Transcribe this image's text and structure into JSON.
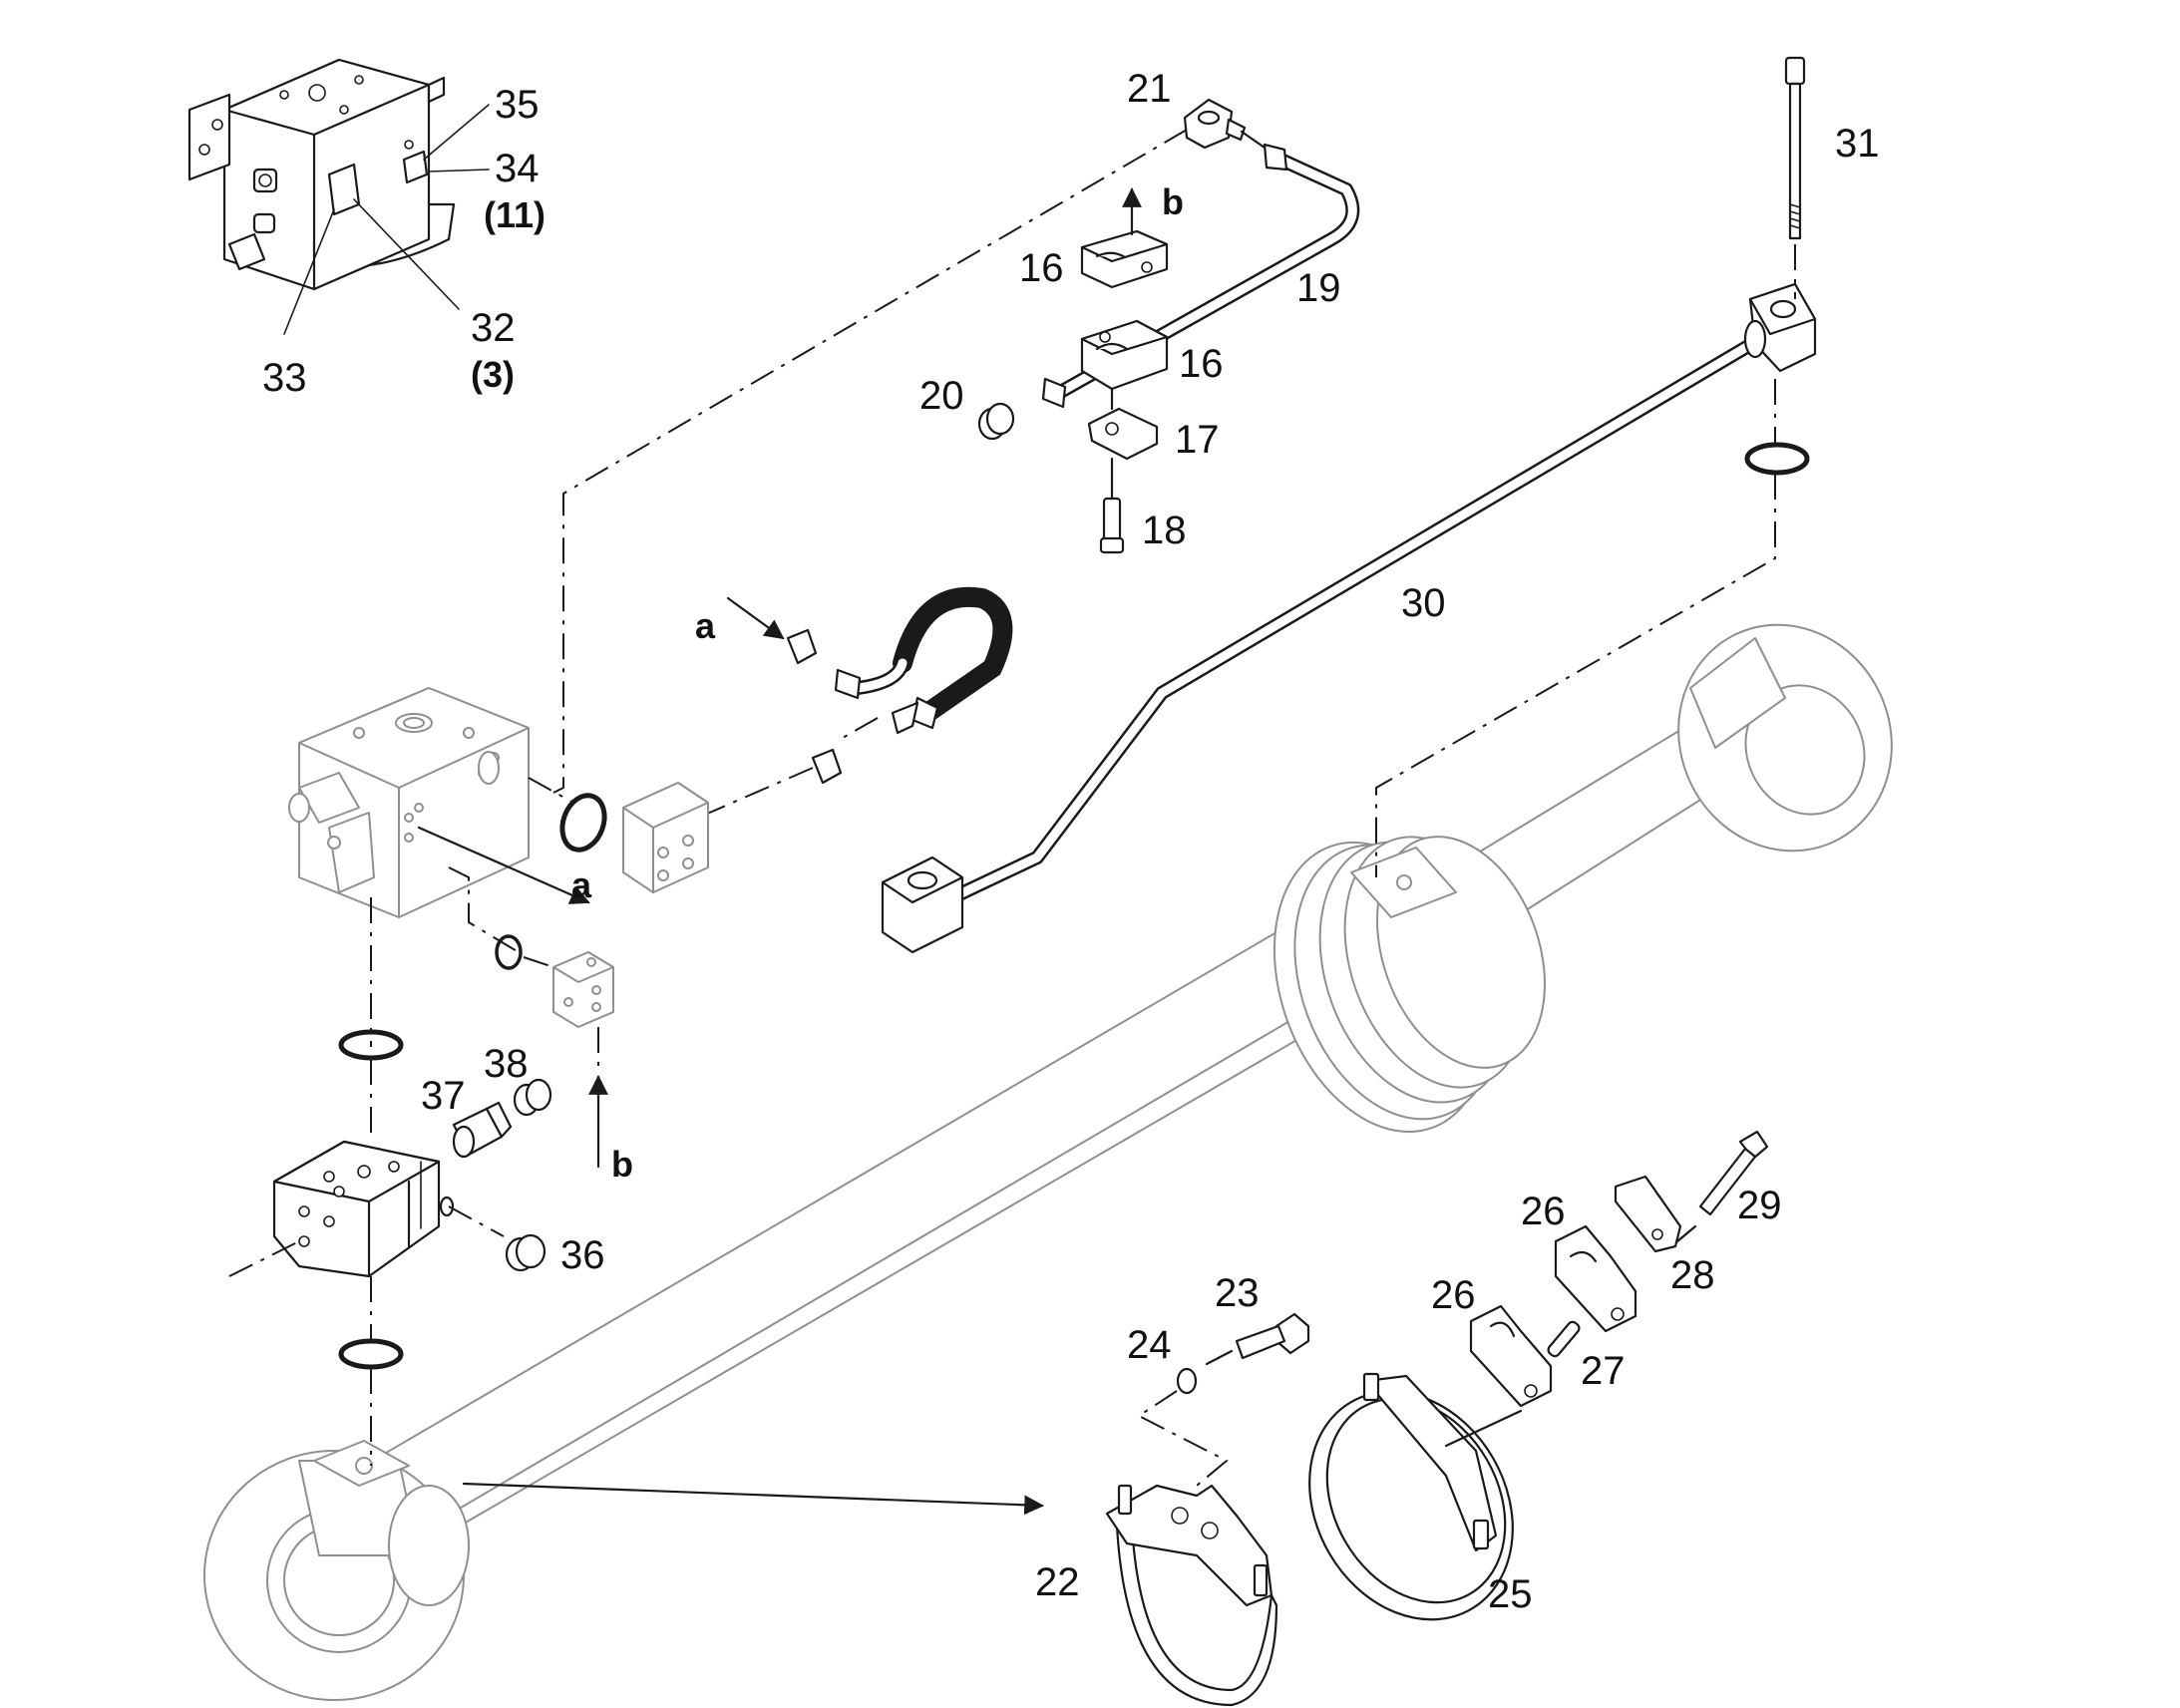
{
  "callouts": {
    "c16a": "16",
    "c16b": "16",
    "c17": "17",
    "c18": "18",
    "c19": "19",
    "c20": "20",
    "c21": "21",
    "c22": "22",
    "c23": "23",
    "c24": "24",
    "c25": "25",
    "c26a": "26",
    "c26b": "26",
    "c27": "27",
    "c28": "28",
    "c29": "29",
    "c30": "30",
    "c31": "31",
    "c32": "32",
    "c32q": "(3)",
    "c33": "33",
    "c34": "34",
    "c34q": "(11)",
    "c35": "35",
    "c36": "36",
    "c37": "37",
    "c38": "38"
  },
  "arrow_labels": {
    "a_top": "a",
    "a_mid": "a",
    "b_top": "b",
    "b_bottom": "b"
  },
  "colors": {
    "line": "#1a1a1a",
    "ghost_line": "#8f8f8f",
    "background": "#ffffff"
  }
}
